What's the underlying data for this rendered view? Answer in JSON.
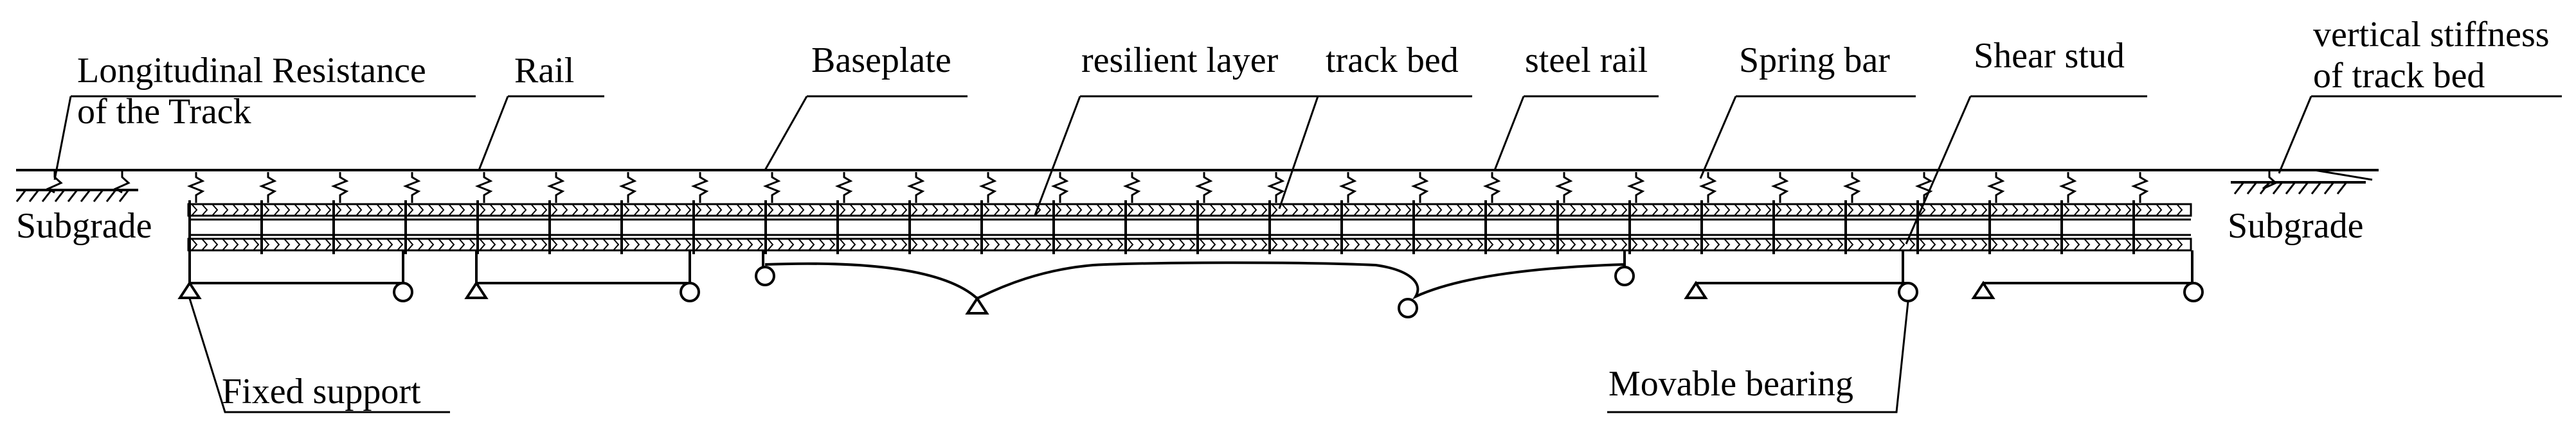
{
  "labels": {
    "longitudinal_resistance_line1": "Longitudinal Resistance",
    "longitudinal_resistance_line2": "of the Track",
    "rail": "Rail",
    "baseplate": "Baseplate",
    "resilient_layer": "resilient layer",
    "track_bed": "track bed",
    "steel_rail": "steel rail",
    "spring_bar": "Spring bar",
    "shear_stud": "Shear stud",
    "vertical_stiffness_line1": "vertical stiffness",
    "vertical_stiffness_line2": "of track bed",
    "subgrade_left": "Subgrade",
    "subgrade_right": "Subgrade",
    "fixed_support": "Fixed support",
    "movable_bearing": "Movable bearing"
  },
  "colors": {
    "stroke": "#000000",
    "background": "#ffffff"
  }
}
